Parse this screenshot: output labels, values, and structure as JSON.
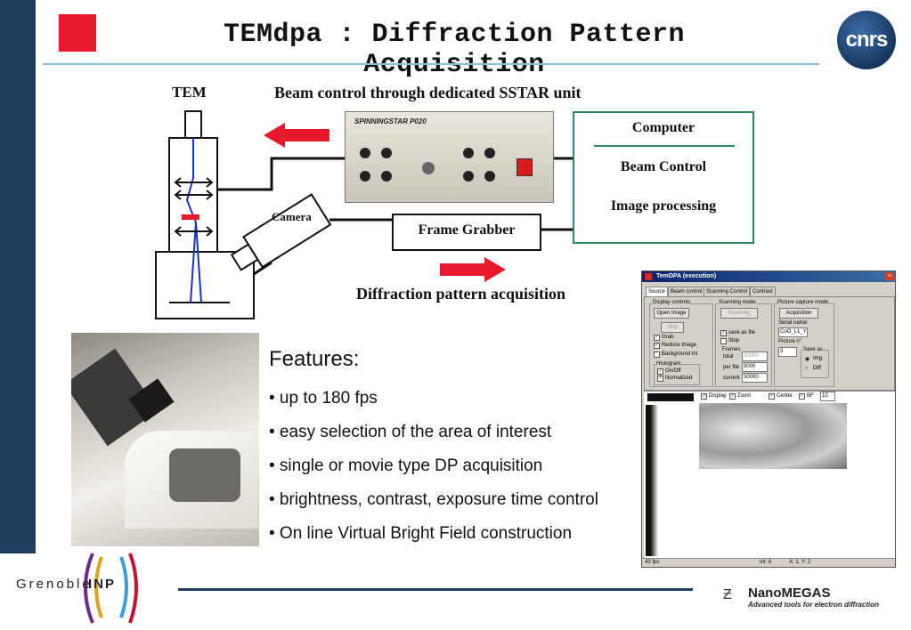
{
  "header": {
    "title": "TEMdpa : Diffraction Pattern Acquisition",
    "logo_right": "cnrs"
  },
  "colors": {
    "accent_red": "#e8192c",
    "band_blue": "#1f3d5c",
    "rule_blue": "#8bbfe0",
    "frame_green": "#2e8b57"
  },
  "diagram": {
    "tem_label": "TEM",
    "sstar_label": "Beam control through dedicated SSTAR unit",
    "device_label": "SPINNINGSTAR P020",
    "computer": {
      "title": "Computer",
      "line1": "Beam Control",
      "line2": "Image processing"
    },
    "frame_grabber": "Frame Grabber",
    "camera": "Camera",
    "acquisition_label": "Diffraction pattern acquisition"
  },
  "features": {
    "heading": "Features:",
    "items": [
      "• up to 180 fps",
      "• easy selection of the area of interest",
      "• single or movie type DP acquisition",
      "• brightness, contrast, exposure time control",
      "• On line Virtual Bright Field construction"
    ]
  },
  "software": {
    "window_title": "TemDPA (execution)",
    "tabs": [
      "Source",
      "Beam control",
      "Scanning Control",
      "Contrast"
    ],
    "display_controls": {
      "title": "Display controls",
      "open_image": "Open Image",
      "stop": "Stop",
      "grab": "Grab",
      "reduce_image": "Reduce Image",
      "background_int": "Background Int",
      "histogram": "Histogram",
      "on_off": "On/Off",
      "normalized": "Normalized"
    },
    "scanning_mode": {
      "title": "Scanning mode",
      "scanning": "Scanning",
      "save_as_file": "save as file",
      "stop": "Stop",
      "frames": "Frames",
      "total": "total",
      "total_value": "30000",
      "per_file": "per file",
      "per_file_value": "3000",
      "current": "current",
      "current_value": "30000"
    },
    "capture_mode": {
      "title": "Picture capture mode",
      "acquisition": "Acquisition",
      "serial_name": "Serial name:",
      "serial_value": "CoO_L1_Y",
      "picture_n": "Picture n°",
      "picture_n_value": "3",
      "save_as": "Save as",
      "img": "Img",
      "diff": "Diff"
    },
    "display_row": {
      "display": "Display",
      "zoom": "Zoom",
      "center": "Center",
      "bf": "BF",
      "bf_value": "10"
    },
    "status": {
      "fps": "43 fps",
      "int": "Int: 6",
      "xy": "X: 1, Y: 2"
    }
  },
  "footer": {
    "grenoble": "Grenoble",
    "inp": "INP",
    "nanomegas": "NanoMEGAS",
    "nanomegas_tagline": "Advanced tools for electron diffraction"
  }
}
